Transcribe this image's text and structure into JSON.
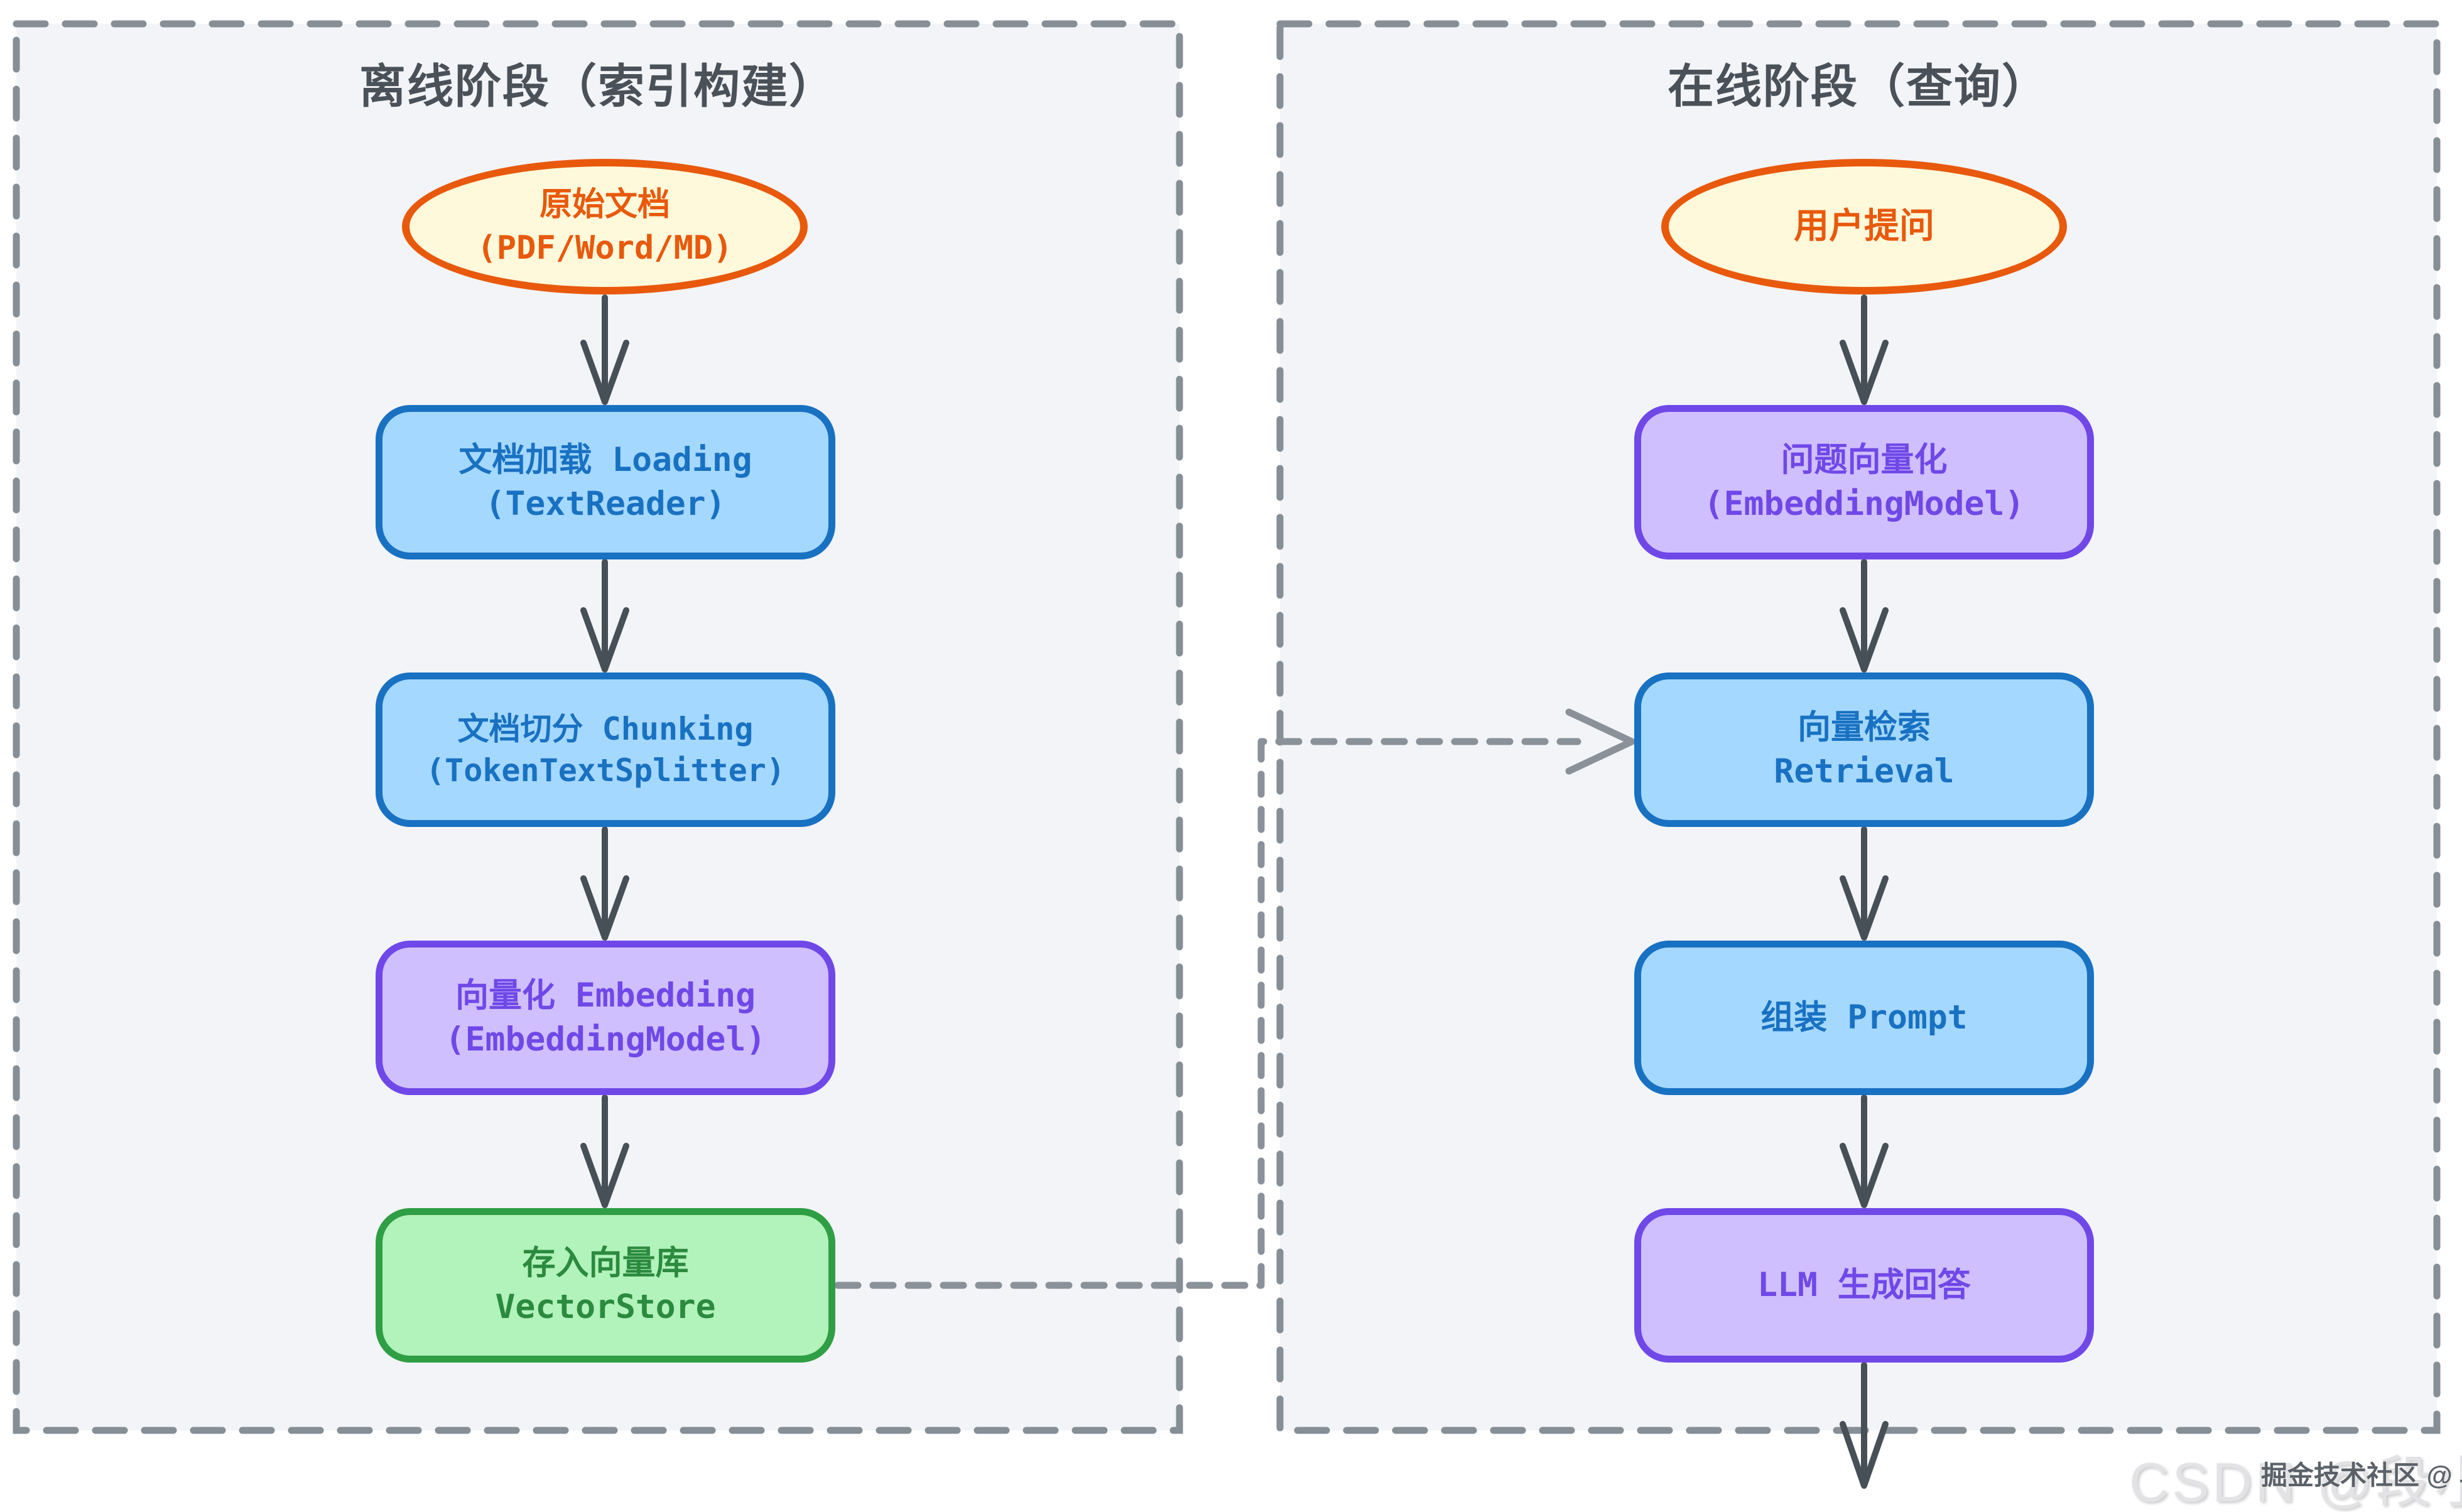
{
  "diagram": {
    "type": "flowchart",
    "offline": {
      "title": "离线阶段（索引构建）",
      "nodes": [
        {
          "id": "source-docs",
          "shape": "ellipse",
          "color": "orange",
          "line1": "原始文档",
          "line2": "(PDF/Word/MD)"
        },
        {
          "id": "loading",
          "shape": "rect",
          "color": "blue",
          "line1": "文档加载 Loading",
          "line2": "(TextReader)"
        },
        {
          "id": "chunking",
          "shape": "rect",
          "color": "blue",
          "line1": "文档切分 Chunking",
          "line2": "(TokenTextSplitter)"
        },
        {
          "id": "embedding",
          "shape": "rect",
          "color": "purple",
          "line1": "向量化 Embedding",
          "line2": "(EmbeddingModel)"
        },
        {
          "id": "vector-store",
          "shape": "rect",
          "color": "green",
          "line1": "存入向量库",
          "line2": "VectorStore"
        }
      ]
    },
    "online": {
      "title": "在线阶段（查询）",
      "nodes": [
        {
          "id": "user-question",
          "shape": "ellipse",
          "color": "orange",
          "line1": "用户提问"
        },
        {
          "id": "question-embedding",
          "shape": "rect",
          "color": "purple",
          "line1": "问题向量化",
          "line2": "(EmbeddingModel)"
        },
        {
          "id": "retrieval",
          "shape": "rect",
          "color": "blue",
          "line1": "向量检索",
          "line2": "Retrieval"
        },
        {
          "id": "assemble-prompt",
          "shape": "rect",
          "color": "blue",
          "line1": "组装 Prompt"
        },
        {
          "id": "llm-answer",
          "shape": "rect",
          "color": "purple",
          "line1": "LLM 生成回答"
        }
      ]
    },
    "edges": [
      "原始文档 → 文档加载",
      "文档加载 → 文档切分",
      "文档切分 → 向量化",
      "向量化 → 存入向量库",
      "存入向量库 ⇢ 向量检索 (dashed)",
      "用户提问 → 问题向量化",
      "问题向量化 → 向量检索",
      "向量检索 → 组装 Prompt",
      "组装 Prompt → LLM 生成回答",
      "LLM 生成回答 → (输出)"
    ]
  },
  "watermark": {
    "large": "CSDN @段小二",
    "small": "掘金技术社区 @ 段小二"
  },
  "colors": {
    "panel_fill": "#f2f4f7",
    "panel_border": "#868e96",
    "title_text": "#4a5158",
    "arrow": "#474f57",
    "dashed_connector": "#8a9199",
    "orange_border": "#e8590c",
    "orange_fill": "#fff9db",
    "orange_text": "#e8590c",
    "blue_border": "#1971c2",
    "blue_fill": "#a5d8ff",
    "blue_text": "#1971c2",
    "purple_border": "#7048e8",
    "purple_fill": "#d0bfff",
    "purple_text": "#7048e8",
    "green_border": "#2f9e44",
    "green_fill": "#b2f2bb",
    "green_text": "#2b8a3e"
  }
}
